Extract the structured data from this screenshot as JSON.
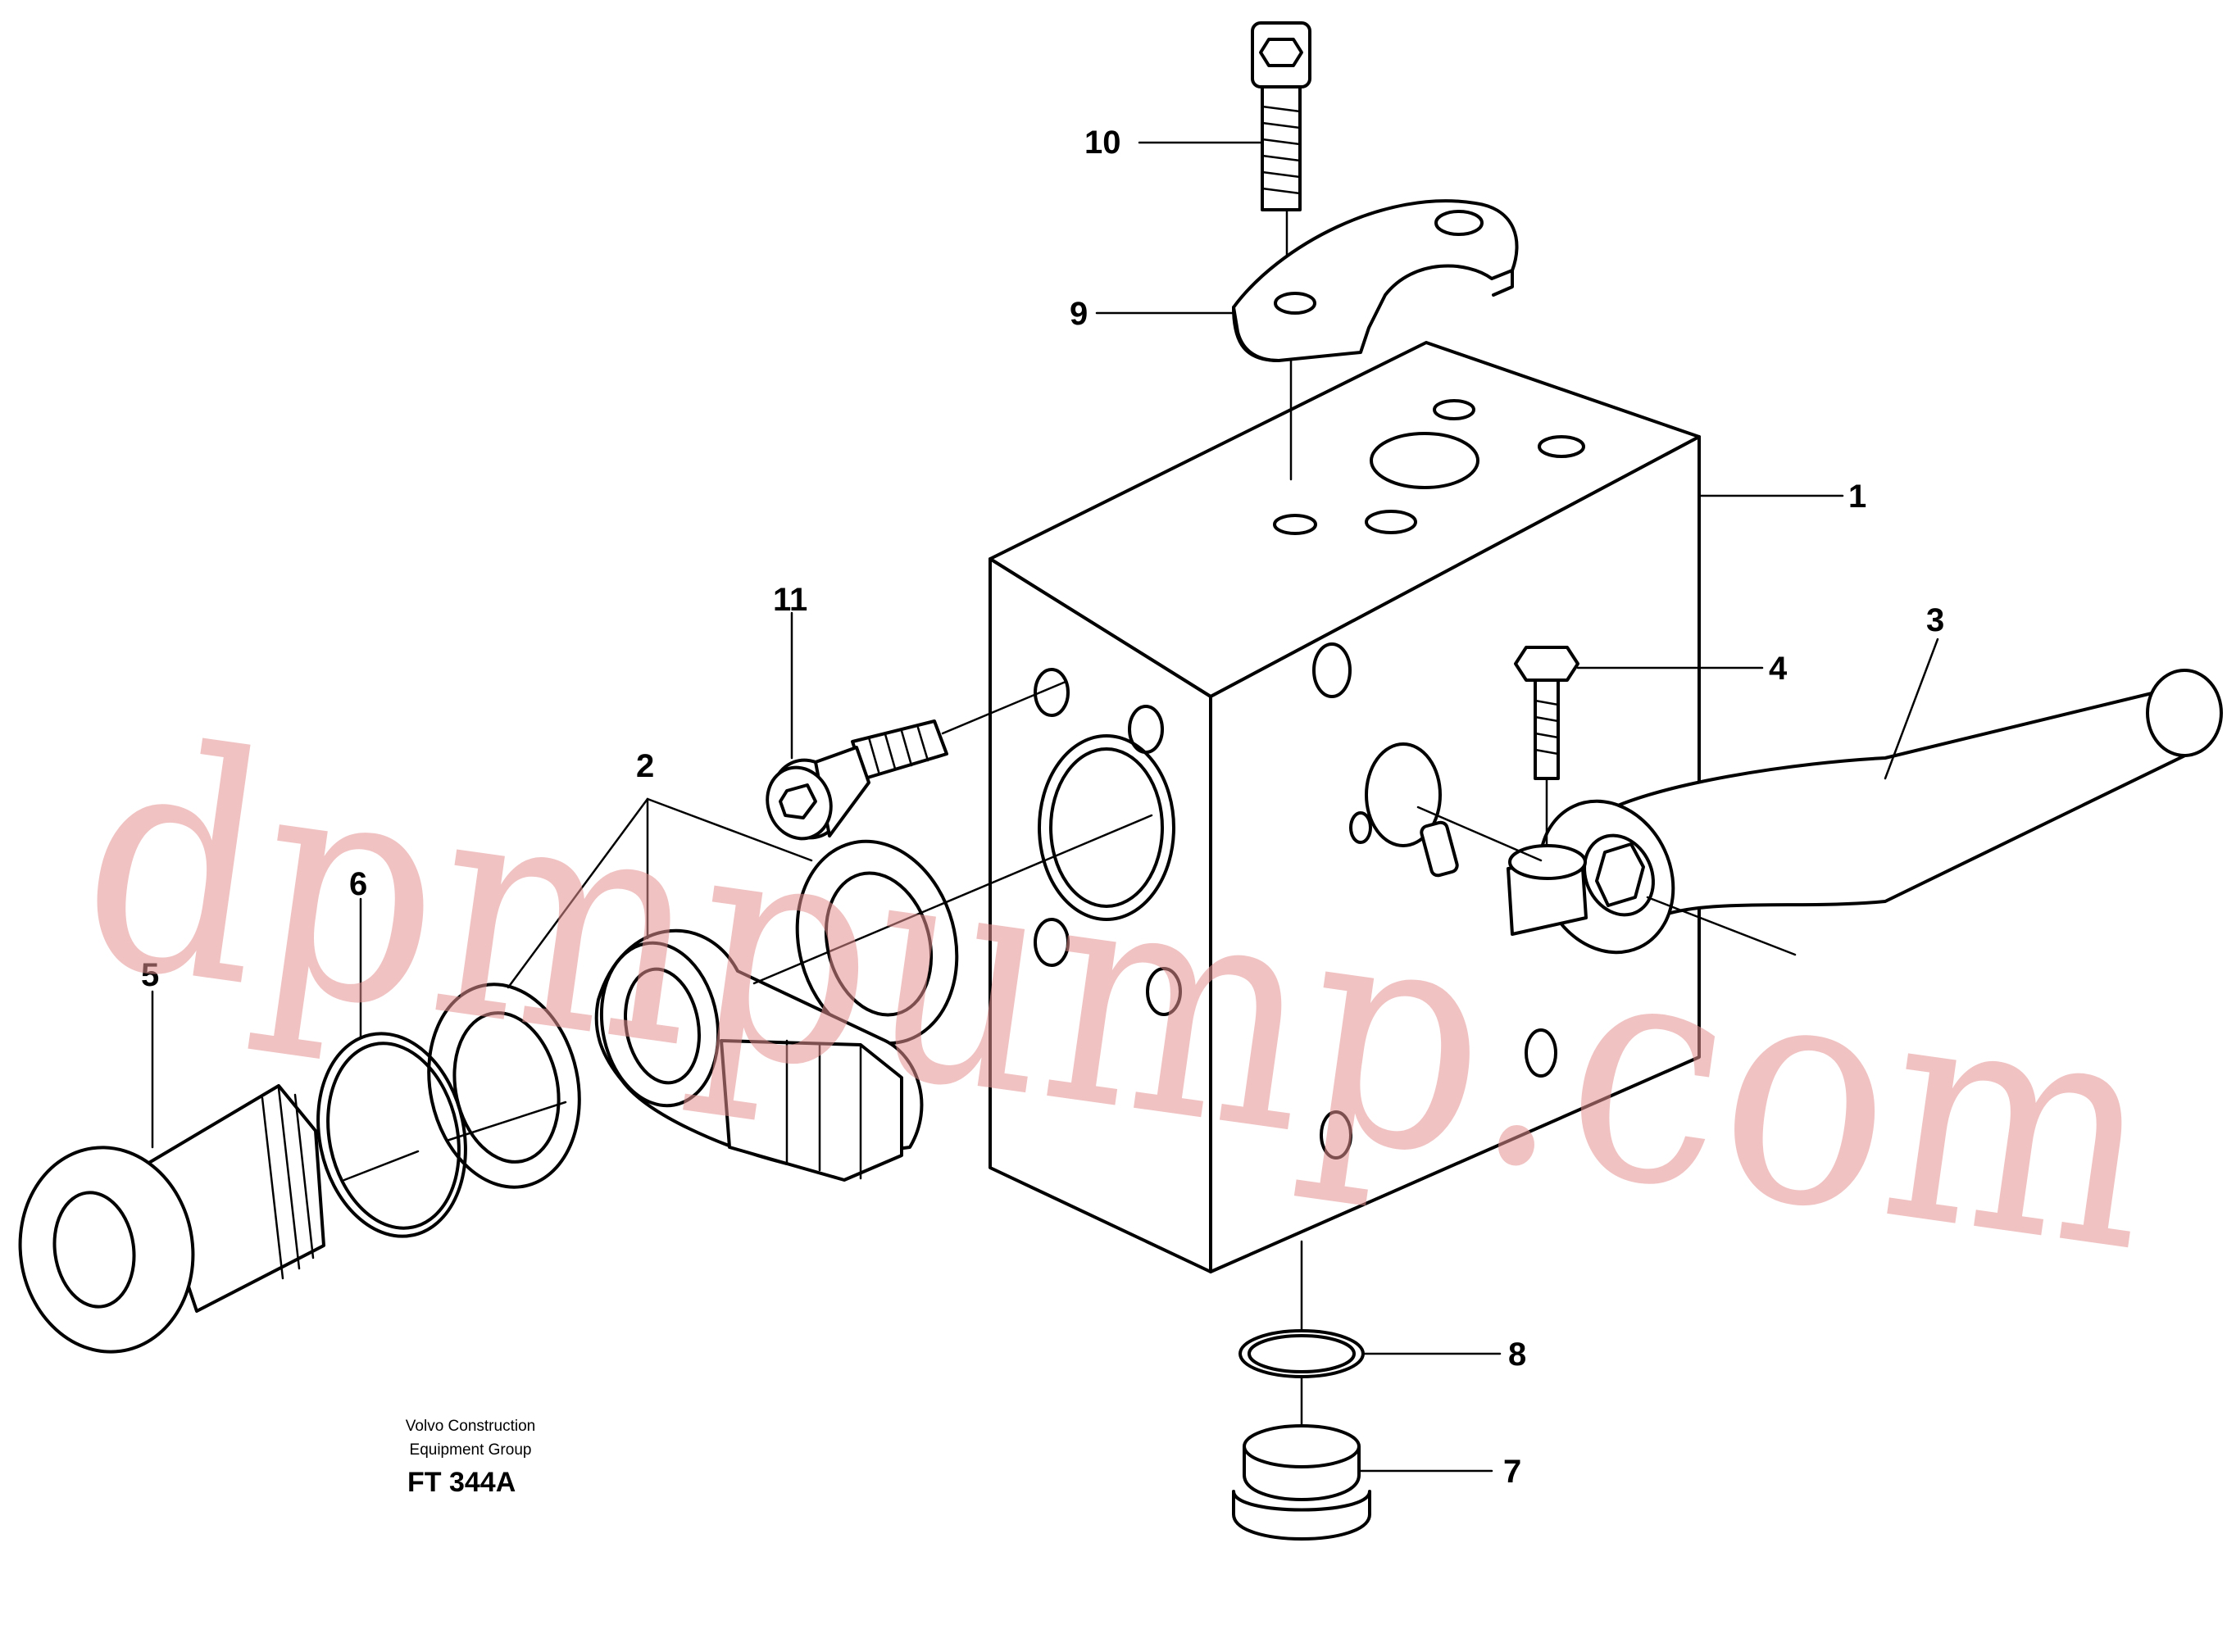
{
  "diagram": {
    "callouts": [
      {
        "id": "1",
        "label": "1"
      },
      {
        "id": "2",
        "label": "2"
      },
      {
        "id": "3",
        "label": "3"
      },
      {
        "id": "4",
        "label": "4"
      },
      {
        "id": "5",
        "label": "5"
      },
      {
        "id": "6",
        "label": "6"
      },
      {
        "id": "7",
        "label": "7"
      },
      {
        "id": "8",
        "label": "8"
      },
      {
        "id": "9",
        "label": "9"
      },
      {
        "id": "10",
        "label": "10"
      },
      {
        "id": "11",
        "label": "11"
      }
    ],
    "caption": {
      "line1": "Volvo Construction",
      "line2": "Equipment Group",
      "code": "FT 344A"
    },
    "watermark": "dpmpump.com"
  }
}
